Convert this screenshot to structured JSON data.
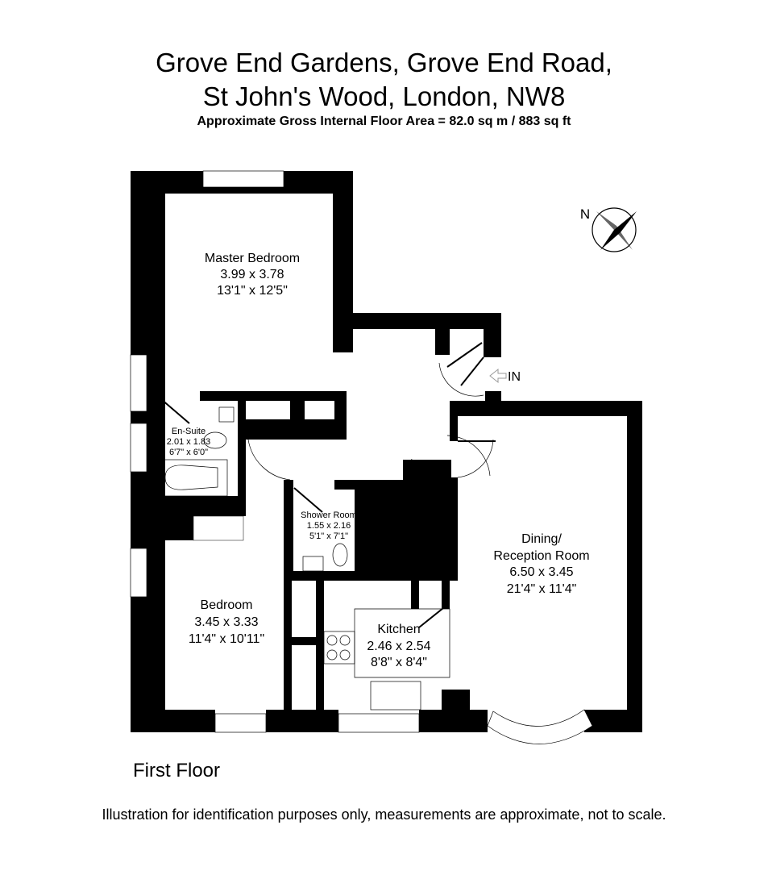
{
  "header": {
    "title_line1": "Grove End Gardens, Grove End Road,",
    "title_line2": "St John's Wood, London, NW8",
    "area": "Approximate Gross Internal Floor Area = 82.0 sq m / 883 sq ft"
  },
  "compass": {
    "label": "N",
    "icon": "compass-star-icon"
  },
  "entrance": {
    "label": "IN"
  },
  "rooms": [
    {
      "name": "Master Bedroom",
      "metric": "3.99 x 3.78",
      "imperial": "13'1\" x 12'5\""
    },
    {
      "name": "En-Suite",
      "metric": "2.01 x 1.83",
      "imperial": "6'7\" x 6'0\""
    },
    {
      "name": "Shower Room",
      "metric": "1.55 x 2.16",
      "imperial": "5'1\" x 7'1\""
    },
    {
      "name_line1": "Dining/",
      "name": "Reception Room",
      "metric": "6.50 x 3.45",
      "imperial": "21'4\" x 11'4\""
    },
    {
      "name": "Bedroom",
      "metric": "3.45 x 3.33",
      "imperial": "11'4\" x 10'11\""
    },
    {
      "name": "Kitchen",
      "metric": "2.46 x 2.54",
      "imperial": "8'8\" x 8'4\""
    }
  ],
  "floor_label": "First Floor",
  "disclaimer": "Illustration for identification purposes only, measurements are approximate, not to scale."
}
